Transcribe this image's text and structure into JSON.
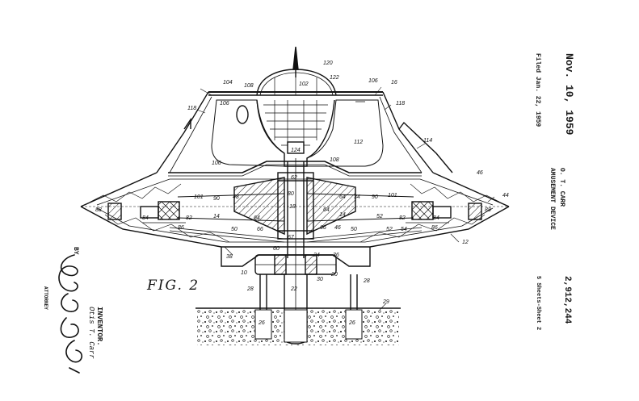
{
  "header": {
    "date": "Nov. 10, 1959",
    "filed": "Filed Jan. 22, 1959",
    "inventor_name": "O. T. CARR",
    "title": "AMUSEMENT DEVICE",
    "sheets": "5 Sheets-Sheet 2",
    "patent_number": "2,912,244"
  },
  "figure": {
    "label": "FIG. 2",
    "refs": [
      "104",
      "108",
      "120",
      "102",
      "122",
      "106",
      "16",
      "118",
      "106",
      "118",
      "114",
      "106",
      "124",
      "108",
      "112",
      "62",
      "46",
      "101",
      "90",
      "48",
      "80",
      "64",
      "34",
      "90",
      "101",
      "44",
      "88",
      "84",
      "82",
      "14",
      "64",
      "18",
      "14",
      "64",
      "52",
      "82",
      "86",
      "84",
      "88",
      "66",
      "50",
      "86",
      "66",
      "46",
      "50",
      "52",
      "54",
      "12",
      "38",
      "67",
      "60",
      "24",
      "36",
      "10",
      "30",
      "20",
      "28",
      "22",
      "28",
      "29",
      "26",
      "26"
    ]
  },
  "signature": {
    "inventor_heading": "INVENTOR.",
    "inventor_name": "Otis T. Carr",
    "by": "BY",
    "attorney_label": "ATTORNEY"
  }
}
